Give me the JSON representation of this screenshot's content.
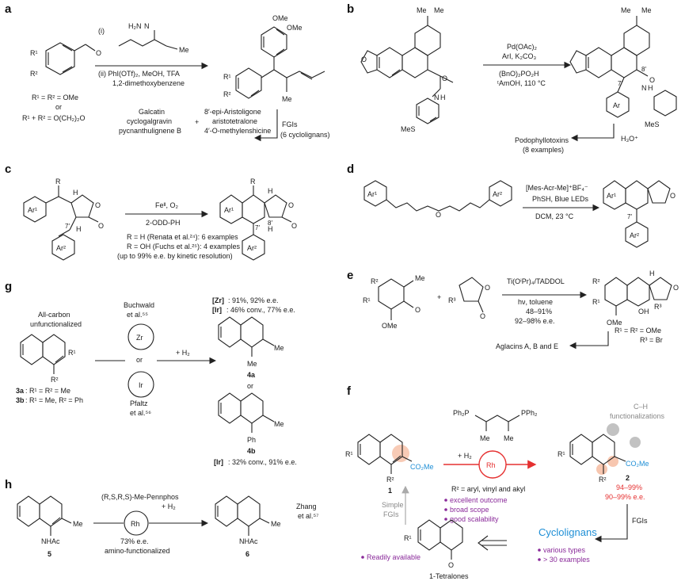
{
  "panels": {
    "a": {
      "label": "a",
      "cond_i": "(i)",
      "cond_ii": "(ii) PhI(OTf)₂, MeOH, TFA",
      "cond_ii_2": "1,2-dimethoxybenzene",
      "reagent_h2n": "H₂N",
      "reagent_nh": "N",
      "reagent_me": "Me",
      "r1": "R¹",
      "r2": "R²",
      "sub1": "R¹ = R² = OMe",
      "sub_or": "or",
      "sub2": "R¹ + R² = O(CH₂)₂O",
      "ome1": "OMe",
      "ome2": "OMe",
      "me": "Me",
      "fgis": "FGIs",
      "fgis2": "(6 cyclolignans)",
      "products_left": [
        "Galcatin",
        "cyclogalgravin",
        "pycnanthulignene B"
      ],
      "plus": "+",
      "products_right": [
        "8′-epi-Aristoligone",
        "aristotetralone",
        "4′-O-methylenshicine"
      ]
    },
    "b": {
      "label": "b",
      "cond1": "Pd(OAc)₂",
      "cond2": "ArI, K₂CO₃",
      "cond3": "(BnO)₂PO₂H",
      "cond4": "ᵗAmOH, 110 °C",
      "me_a": "Me",
      "me_b": "Me",
      "me_c": "Me",
      "me_d": "Me",
      "o": "O",
      "nh": "N",
      "h": "H",
      "mes1": "MeS",
      "mes2": "MeS",
      "ar": "Ar",
      "p7": "7′",
      "p8": "8′",
      "h3o": "H₃O⁺",
      "product1": "Podophyllotoxins",
      "product2": "(8 examples)"
    },
    "c": {
      "label": "c",
      "r": "R",
      "h": "H",
      "ar1": "Ar¹",
      "ar2": "Ar²",
      "p7": "7′",
      "p8": "8′",
      "cond1": "Feᴵᴵ, O₂",
      "cond2": "2-ODD-PH",
      "o": "O",
      "note1": "R = H (Renata et al.²⁴): 6 examples",
      "note2": "R = OH (Fuchs et al.²⁵): 4 examples",
      "note3": "(up to 99% e.e. by kinetic resolution)"
    },
    "d": {
      "label": "d",
      "ar1": "Ar¹",
      "ar2": "Ar²",
      "o": "O",
      "p7": "7′",
      "cond1": "[Mes-Acr-Me]⁺BF₄⁻",
      "cond2": "PhSH, Blue LEDs",
      "cond3": "DCM, 23 °C"
    },
    "e": {
      "label": "e",
      "r1": "R¹",
      "r2": "R²",
      "r3": "R³",
      "me": "Me",
      "ome": "OMe",
      "plus": "+",
      "o": "O",
      "h": "H",
      "oh": "OH",
      "cond1": "Ti(OⁱPr)₄/TADDOL",
      "cond2": "hν, toluene",
      "cond3": "48–91%",
      "cond4": "92–98% e.e.",
      "sub1": "R¹ = R² = OMe",
      "sub2": "R³ = Br",
      "product": "Aglacins A, B and E"
    },
    "f": {
      "label": "f",
      "ph2p1": "Ph₂P",
      "ph2p2": "PPh₂",
      "me1": "Me",
      "me2": "Me",
      "h2": "+ H₂",
      "rh": "Rh",
      "r_def": "R² = aryl, vinyl and akyl",
      "bullets": [
        "excellent outcome",
        "broad scope",
        "good scalability"
      ],
      "r1": "R¹",
      "r2": "R²",
      "co2me": "CO₂Me",
      "num1": "1",
      "num2": "2",
      "ch1": "C–H",
      "ch2": "functionalizations",
      "yield": "94–99%",
      "ee": "90–99% e.e.",
      "fgis": "FGIs",
      "simple1": "Simple",
      "simple2": "FGIs",
      "readily": "Readily available",
      "o": "O",
      "tetralones": "1-Tetralones",
      "cyclolignans": "Cyclolignans",
      "cyc_bullets": [
        "various types",
        "> 30 examples"
      ]
    },
    "g": {
      "label": "g",
      "allcarbon1": "All-carbon",
      "allcarbon2": "unfunctionalized",
      "buchwald1": "Buchwald",
      "buchwald2": "et al.⁵⁵",
      "zr": "Zr",
      "or": "or",
      "ir": "Ir",
      "pfaltz1": "Pfaltz",
      "pfaltz2": "et al.⁵⁶",
      "h2": "+ H₂",
      "r1": "R¹",
      "r2": "R²",
      "sub3a_num": "3a",
      "sub3a": ": R¹ = R² = Me",
      "sub3b_num": "3b",
      "sub3b": ": R¹ = Me, R² = Ph",
      "res_zr_tag": "[Zr]",
      "res_zr": ": 91%, 92% e.e.",
      "res_ir_tag": "[Ir]",
      "res_ir": ": 46% conv., 77% e.e.",
      "me_a": "Me",
      "me_b": "Me",
      "prod4a": "4a",
      "prod_or": "or",
      "ph": "Ph",
      "me_c": "Me",
      "prod4b": "4b",
      "res4b_tag": "[Ir]",
      "res4b": ": 32% conv., 91% e.e."
    },
    "h": {
      "label": "h",
      "ligand": "(R,S,R,S)-Me-Pennphos",
      "h2": "+ H₂",
      "rh": "Rh",
      "ee": "73% e.e.",
      "amino": "amino-functionalized",
      "me1": "Me",
      "nhac1": "NHAc",
      "num5": "5",
      "me2": "Me",
      "nhac2": "NHAc",
      "num6": "6",
      "zhang1": "Zhang",
      "zhang2": "et al.⁵⁷"
    }
  },
  "colors": {
    "accent_red": "#e53030",
    "accent_blue": "#1f8fd6",
    "accent_purple": "#8a2a9a",
    "highlight_orange": "#f2a07a",
    "highlight_grey": "#9a9a9a"
  }
}
